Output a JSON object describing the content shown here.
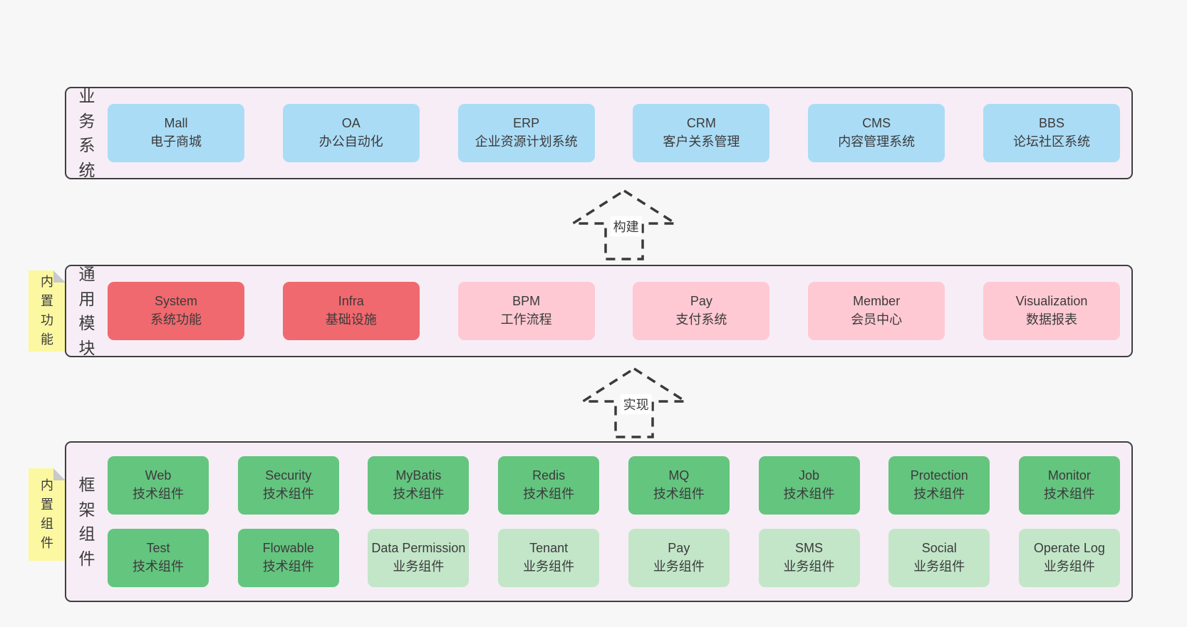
{
  "colors": {
    "page_bg": "#f7f7f7",
    "band_bg": "#f7edf6",
    "band_border": "#3f3f3f",
    "text": "#3b3b3b",
    "blue": "#abdcf6",
    "red": "#f0696e",
    "pink": "#ffc9d3",
    "green": "#64c57f",
    "light_green": "#c3e6c9",
    "sticky_yellow": "#fbf8a1",
    "sticky_fold": "#c9c9c9"
  },
  "arrows": [
    {
      "label": "构建"
    },
    {
      "label": "实现"
    }
  ],
  "bands": [
    {
      "label": "业务系统",
      "boxes": [
        {
          "title": "Mall",
          "subtitle": "电子商城",
          "variant": "blue"
        },
        {
          "title": "OA",
          "subtitle": "办公自动化",
          "variant": "blue"
        },
        {
          "title": "ERP",
          "subtitle": "企业资源计划系统",
          "variant": "blue"
        },
        {
          "title": "CRM",
          "subtitle": "客户关系管理",
          "variant": "blue"
        },
        {
          "title": "CMS",
          "subtitle": "内容管理系统",
          "variant": "blue"
        },
        {
          "title": "BBS",
          "subtitle": "论坛社区系统",
          "variant": "blue"
        }
      ]
    },
    {
      "label": "通用模块",
      "sticky": "内置功能",
      "boxes": [
        {
          "title": "System",
          "subtitle": "系统功能",
          "variant": "red"
        },
        {
          "title": "Infra",
          "subtitle": "基础设施",
          "variant": "red"
        },
        {
          "title": "BPM",
          "subtitle": "工作流程",
          "variant": "pink"
        },
        {
          "title": "Pay",
          "subtitle": "支付系统",
          "variant": "pink"
        },
        {
          "title": "Member",
          "subtitle": "会员中心",
          "variant": "pink"
        },
        {
          "title": "Visualization",
          "subtitle": "数据报表",
          "variant": "pink"
        }
      ]
    },
    {
      "label": "框架组件",
      "sticky": "内置组件",
      "rows": [
        [
          {
            "title": "Web",
            "subtitle": "技术组件",
            "variant": "green"
          },
          {
            "title": "Security",
            "subtitle": "技术组件",
            "variant": "green"
          },
          {
            "title": "MyBatis",
            "subtitle": "技术组件",
            "variant": "green"
          },
          {
            "title": "Redis",
            "subtitle": "技术组件",
            "variant": "green"
          },
          {
            "title": "MQ",
            "subtitle": "技术组件",
            "variant": "green"
          },
          {
            "title": "Job",
            "subtitle": "技术组件",
            "variant": "green"
          },
          {
            "title": "Protection",
            "subtitle": "技术组件",
            "variant": "green"
          },
          {
            "title": "Monitor",
            "subtitle": "技术组件",
            "variant": "green"
          }
        ],
        [
          {
            "title": "Test",
            "subtitle": "技术组件",
            "variant": "green"
          },
          {
            "title": "Flowable",
            "subtitle": "技术组件",
            "variant": "green"
          },
          {
            "title": "Data Permission",
            "subtitle": "业务组件",
            "variant": "light_green"
          },
          {
            "title": "Tenant",
            "subtitle": "业务组件",
            "variant": "light_green"
          },
          {
            "title": "Pay",
            "subtitle": "业务组件",
            "variant": "light_green"
          },
          {
            "title": "SMS",
            "subtitle": "业务组件",
            "variant": "light_green"
          },
          {
            "title": "Social",
            "subtitle": "业务组件",
            "variant": "light_green"
          },
          {
            "title": "Operate Log",
            "subtitle": "业务组件",
            "variant": "light_green"
          }
        ]
      ]
    }
  ]
}
